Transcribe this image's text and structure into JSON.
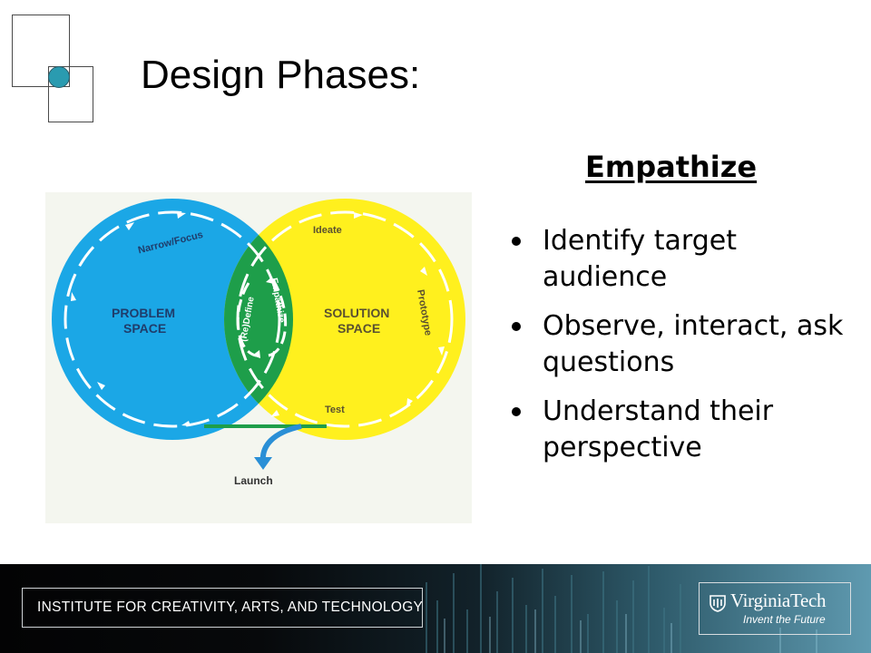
{
  "slide": {
    "title": "Design Phases:",
    "section_heading": "Empathize",
    "bullets": [
      "Identify target audience",
      "Observe, interact, ask questions",
      "Understand their perspective"
    ]
  },
  "diagram": {
    "problem_label_line1": "PROBLEM",
    "problem_label_line2": "SPACE",
    "solution_label_line1": "SOLUTION",
    "solution_label_line2": "SPACE",
    "narrow_focus": "Narrow/Focus",
    "ideate": "Ideate",
    "prototype": "Prototype",
    "test": "Test",
    "redefine": "(Re)Define",
    "empathize": "Empathize",
    "launch": "Launch",
    "colors": {
      "problem": "#1ba7e6",
      "solution": "#fff01e",
      "overlap": "#1e9e4a",
      "launch_arrow": "#2a8fd6"
    }
  },
  "footer": {
    "institute": "INSTITUTE FOR CREATIVITY, ARTS, AND TECHNOLOGY",
    "university": "VirginiaTech",
    "tagline": "Invent the Future"
  },
  "icons": {
    "corner_decoration": "squares-with-teal-dot",
    "vt_seal": "virginia-tech-seal-icon"
  }
}
